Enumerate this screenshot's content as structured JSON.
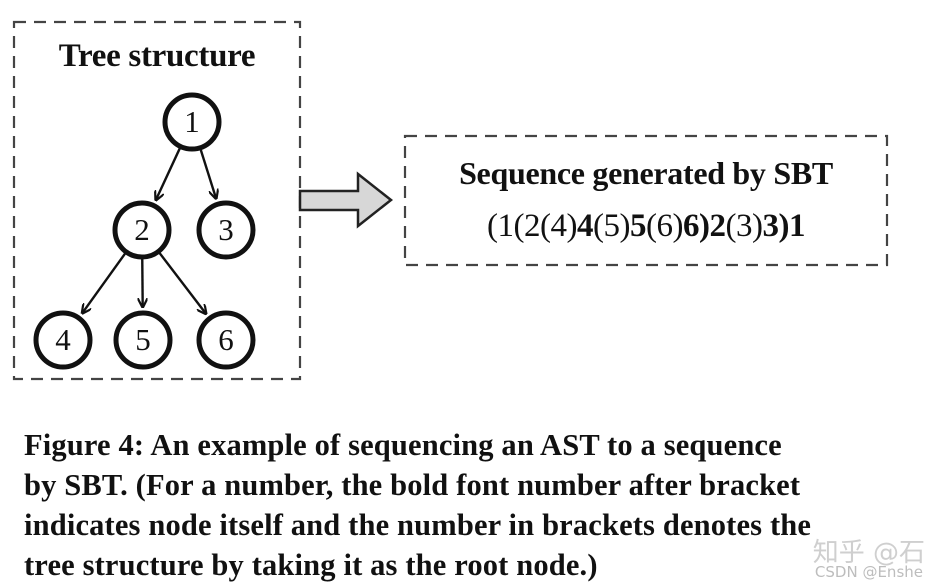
{
  "tree": {
    "title": "Tree structure",
    "nodes": [
      {
        "id": "1",
        "label": "1"
      },
      {
        "id": "2",
        "label": "2"
      },
      {
        "id": "3",
        "label": "3"
      },
      {
        "id": "4",
        "label": "4"
      },
      {
        "id": "5",
        "label": "5"
      },
      {
        "id": "6",
        "label": "6"
      }
    ],
    "edges": [
      [
        "1",
        "2"
      ],
      [
        "1",
        "3"
      ],
      [
        "2",
        "4"
      ],
      [
        "2",
        "5"
      ],
      [
        "2",
        "6"
      ]
    ]
  },
  "sequence": {
    "title": "Sequence generated by SBT",
    "tokens": [
      {
        "text": "(1(2(4)",
        "bold": false
      },
      {
        "text": "4",
        "bold": true
      },
      {
        "text": "(5)",
        "bold": false
      },
      {
        "text": "5",
        "bold": true
      },
      {
        "text": "(6)",
        "bold": false
      },
      {
        "text": "6)",
        "bold": true
      },
      {
        "text": "2",
        "bold": true
      },
      {
        "text": "(3)",
        "bold": false
      },
      {
        "text": "3)",
        "bold": true
      },
      {
        "text": "1",
        "bold": true
      }
    ]
  },
  "caption": {
    "lines": [
      "Figure 4: An example of sequencing an AST to a sequence",
      "by SBT. (For a number, the bold font number after bracket",
      "indicates node itself and the number in brackets denotes the",
      "tree structure by taking it as the root node.)"
    ]
  },
  "watermark": {
    "line1": "知乎 @石",
    "line2": "CSDN @Enshe"
  }
}
